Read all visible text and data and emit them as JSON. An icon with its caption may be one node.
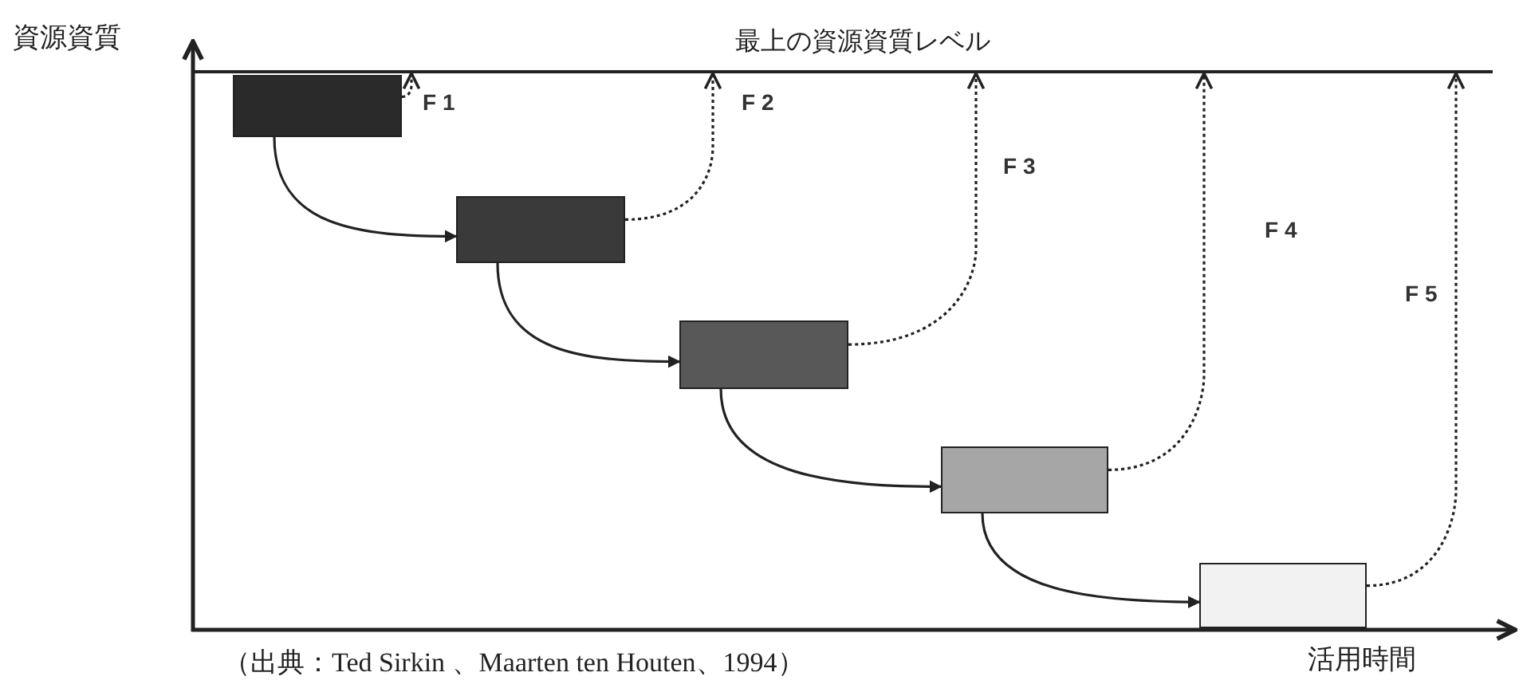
{
  "diagram": {
    "caption": "（出典：Ted Sirkin 、Maarten ten Houten、1994）",
    "nodes": [
      {
        "text": [],
        "shape": "box"
      },
      {
        "text": [],
        "shape": "box"
      },
      {
        "text": [],
        "shape": "box"
      },
      {
        "text": [],
        "shape": "box"
      },
      {
        "text": [],
        "shape": "box"
      },
      {
        "text": [
          "最上の資源資質レベル"
        ]
      }
    ],
    "edges": [
      {
        "from": 0,
        "to": 1,
        "arrow": "to"
      },
      {
        "from": 1,
        "to": 2,
        "arrow": "to"
      },
      {
        "from": 2,
        "to": 3,
        "arrow": "to"
      },
      {
        "from": 3,
        "to": 4,
        "arrow": "to"
      },
      {
        "from": 0,
        "to": 5,
        "arrow": "to",
        "label": "F 1",
        "style": "dashed"
      },
      {
        "from": 1,
        "to": 5,
        "arrow": "to",
        "label": "F 2",
        "style": "dashed"
      },
      {
        "from": 2,
        "to": 5,
        "arrow": "to",
        "label": "F 3",
        "style": "dashed"
      },
      {
        "from": 3,
        "to": 5,
        "arrow": "to",
        "label": "F 4",
        "style": "dashed"
      },
      {
        "from": 4,
        "to": 5,
        "arrow": "to",
        "label": "F 5",
        "style": "dashed"
      }
    ],
    "labels": [
      "資源資質",
      "活用時間"
    ]
  }
}
